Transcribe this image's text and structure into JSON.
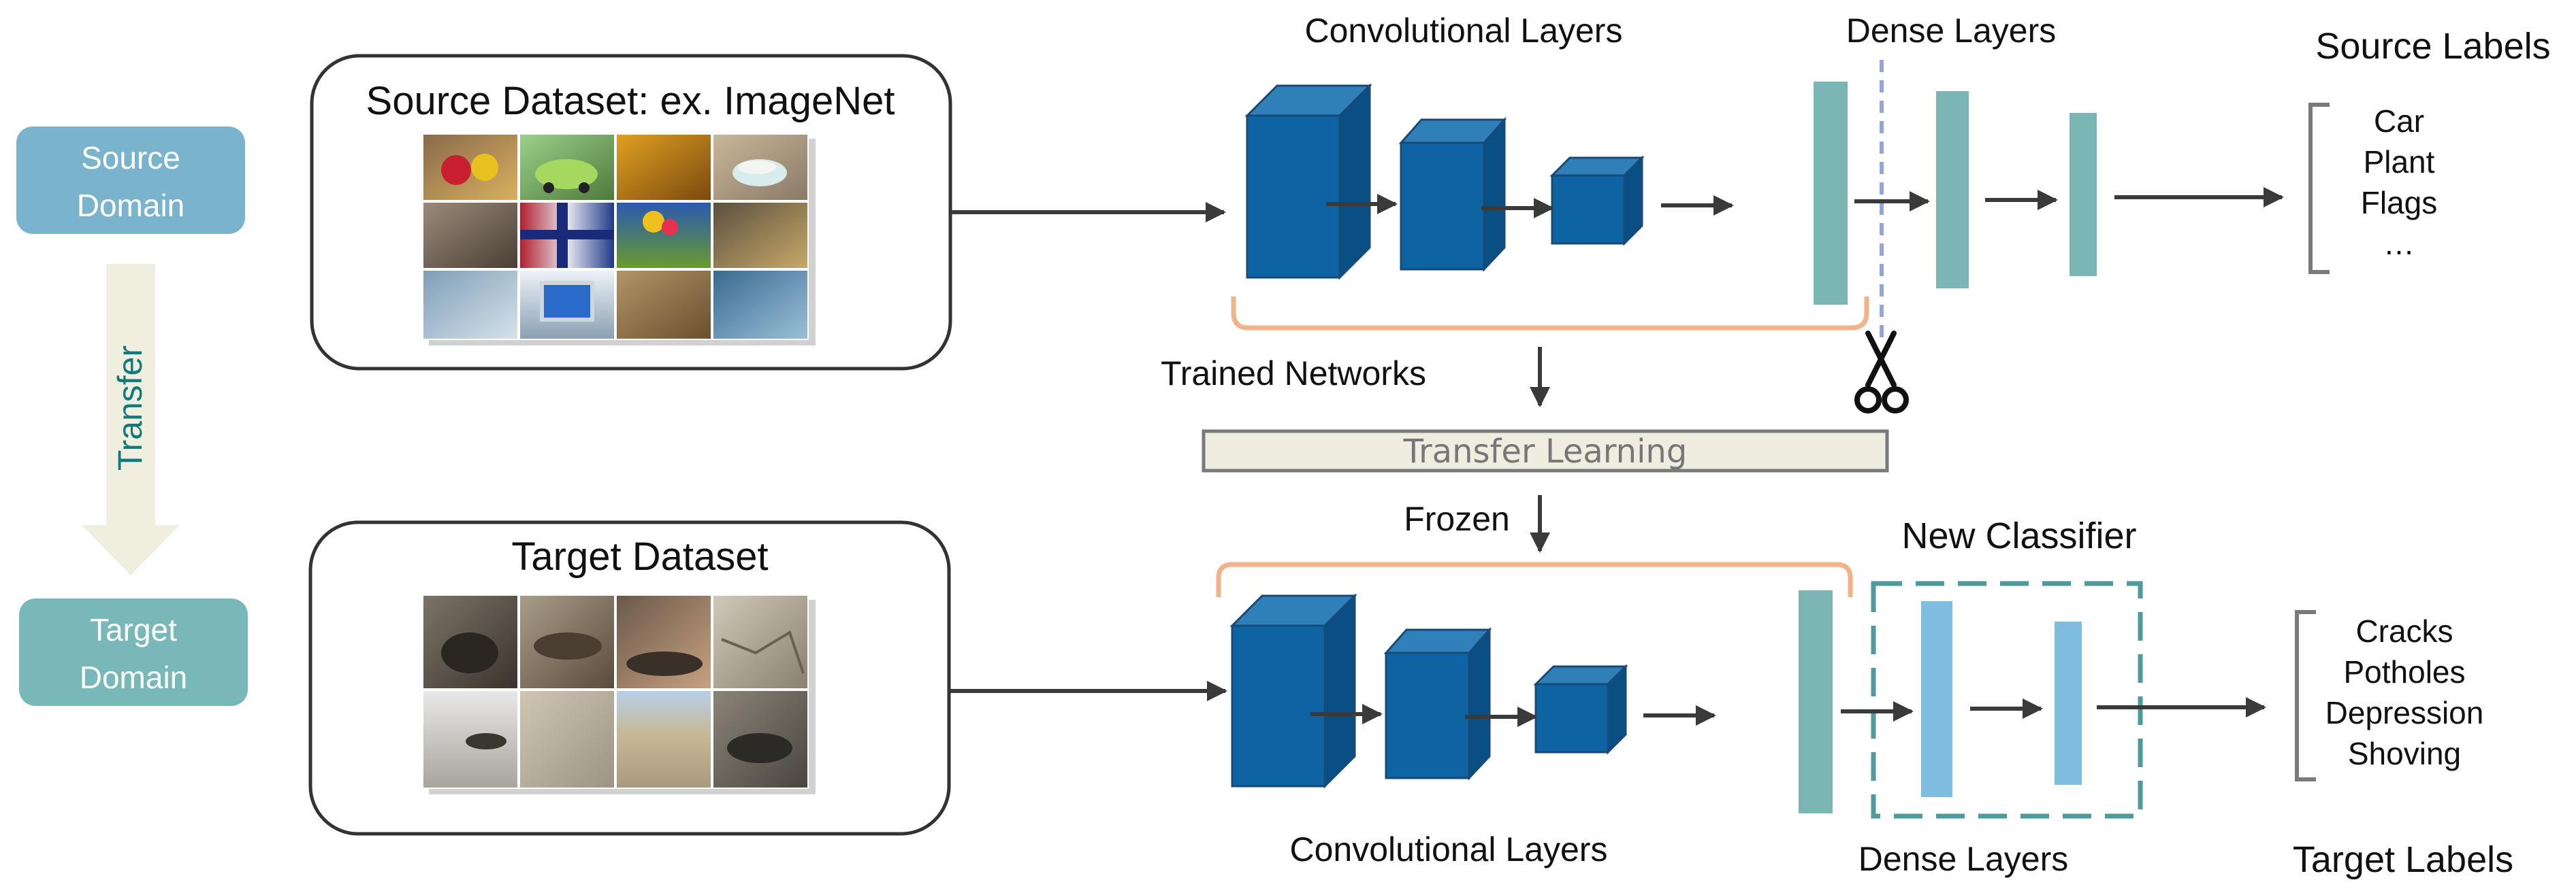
{
  "colors": {
    "source_domain_box": "#7ab4cc",
    "target_domain_box": "#78b8b8",
    "transfer_arrow": "#f0efdf",
    "transfer_text": "#0f7a78",
    "cube_front": "#0e64a3",
    "cube_top": "#2f7fb8",
    "cube_side": "#0a4f84",
    "dense_layer": "#7cb6b4",
    "new_classifier_layer": "#7fbde0",
    "orange_bracket": "#f2b38a",
    "dashed_cut_line": "#8fa7de",
    "new_classifier_dash": "#4f9a9a",
    "transfer_learning_fill": "#efede0",
    "transfer_learning_border": "#7a7a7a",
    "label_bracket": "#7a7a7a"
  },
  "domains": {
    "source": [
      "Source",
      "Domain"
    ],
    "target": [
      "Target",
      "Domain"
    ],
    "transfer": "Transfer"
  },
  "source_panel": {
    "title": "Source Dataset: ex. ImageNet"
  },
  "target_panel": {
    "title": "Target Dataset"
  },
  "top_network": {
    "conv_label": "Convolutional Layers",
    "dense_label": "Dense Layers",
    "labels_title": "Source Labels",
    "labels": [
      "Car",
      "Plant",
      "Flags",
      "…"
    ]
  },
  "middle": {
    "trained": "Trained Networks",
    "transfer_learning": "Transfer Learning",
    "frozen": "Frozen",
    "scissors_icon": "scissors-icon"
  },
  "bottom_network": {
    "new_classifier": "New Classifier",
    "conv_label": "Convolutional Layers",
    "dense_label": "Dense Layers",
    "labels_title": "Target Labels",
    "labels": [
      "Cracks",
      "Potholes",
      "Depression",
      "Shoving"
    ]
  }
}
